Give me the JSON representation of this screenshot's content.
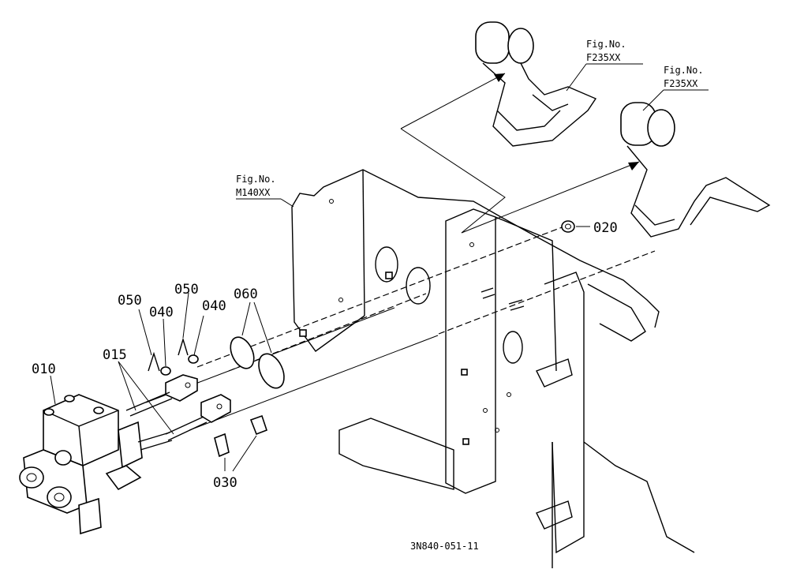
{
  "fig_refs": [
    {
      "line1": "Fig.No.",
      "line2": "F235XX"
    },
    {
      "line1": "Fig.No.",
      "line2": "F235XX"
    },
    {
      "line1": "Fig.No.",
      "line2": "M140XX"
    }
  ],
  "part_labels": {
    "p010": "010",
    "p015": "015",
    "p020": "020",
    "p030": "030",
    "p040a": "040",
    "p040b": "040",
    "p050a": "050",
    "p050b": "050",
    "p060": "060"
  },
  "drawing_number": "3N840-051-11"
}
